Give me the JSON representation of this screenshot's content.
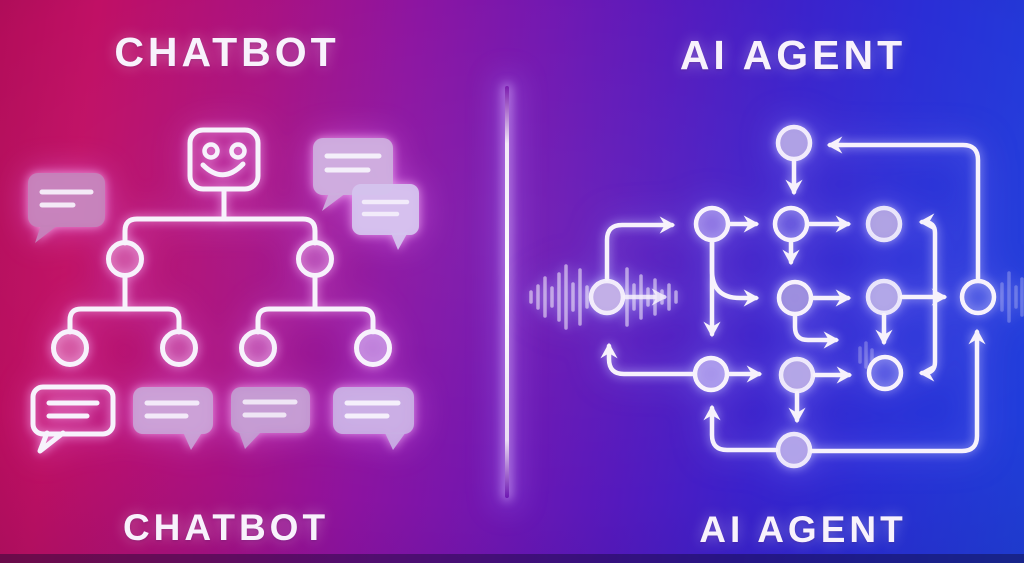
{
  "left_panel": {
    "title_top": "CHATBOT",
    "title_bottom": "CHATBOT",
    "illustration": {
      "robot_icon": "smiling robot head",
      "tree_levels": 3,
      "branch_nodes": 2,
      "leaf_nodes": 4,
      "leaf_chat_bubbles": 4,
      "decorative_chat_bubbles": 3
    }
  },
  "right_panel": {
    "title_top": "AI AGENT",
    "title_bottom": "AI AGENT",
    "illustration": {
      "graph_nodes": 12,
      "waveform": "audio waveform entering left node",
      "loops": "feedback arrows looping top-right and bottom"
    }
  },
  "colors": {
    "background_left": "#b30d5a",
    "background_middle": "#7216b0",
    "background_right": "#2040dc",
    "line_white": "#f7f2fc",
    "node_fill_lavender": "#b3a6e6",
    "bubble_fill_mauve": "#c9a2d6",
    "bubble_fill_pink": "#c583bb",
    "bubble_fill_lilac": "#cdaede"
  }
}
